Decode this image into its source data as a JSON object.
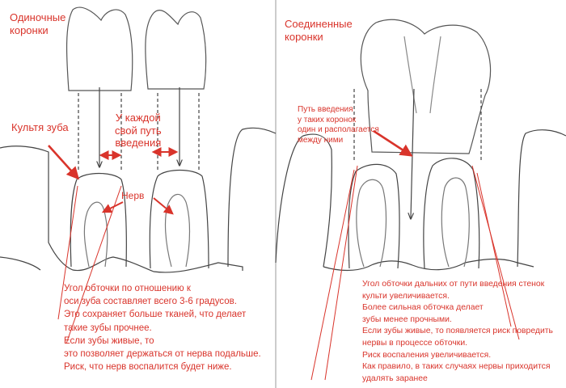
{
  "left_panel": {
    "title_lines": [
      "Одиночные",
      "коронки"
    ],
    "label_stump": "Культя зуба",
    "label_path_lines": [
      "У каждой",
      "свой путь",
      "введения"
    ],
    "label_nerve": "Нерв",
    "notes": [
      "Угол обточки по отношению к",
      "оси зуба составляет всего 3-6 градусов.",
      "Это сохраняет больше тканей, что делает",
      "такие зубы прочнее.",
      "Если зубы живые, то",
      "это позволяет держаться от нерва подальше.",
      "Риск, что нерв воспалится будет ниже."
    ]
  },
  "right_panel": {
    "title_lines": [
      "Соединенные",
      "коронки"
    ],
    "label_path_lines": [
      "Путь введения",
      "у таких коронок",
      "один и располагается",
      "между ними"
    ],
    "notes": [
      "Угол обточки дальних от пути введения стенок",
      "культи увеличивается.",
      "Более сильная обточка делает",
      "зубы менее прочными.",
      "Если зубы живые, то появляется риск повредить",
      "нервы в процессе обточки.",
      "Риск воспаления увеличивается.",
      "Как правило, в таких случаях нервы приходится",
      "удалять заранее"
    ]
  },
  "colors": {
    "annotation": "#d9342b",
    "sketch": "#444444",
    "faint": "#8a8a8a"
  }
}
